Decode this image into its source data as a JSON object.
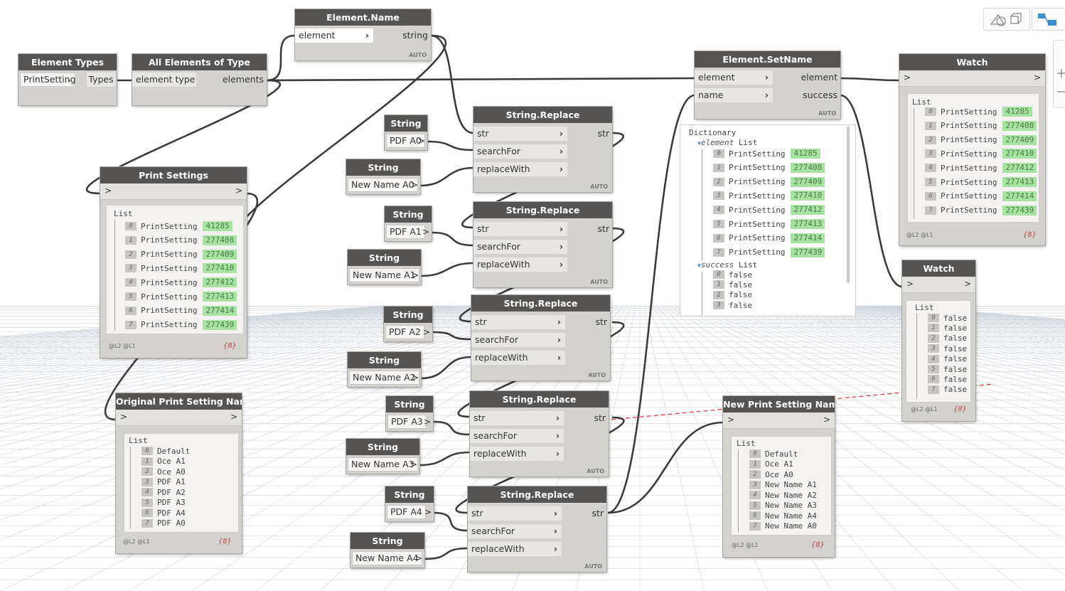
{
  "nodes": {
    "element_types": {
      "title": "Element Types",
      "dropdown_value": "PrintSetting",
      "output": "Types"
    },
    "all_elements_of_type": {
      "title": "All Elements of Type",
      "input": "element type",
      "output": "elements"
    },
    "element_name": {
      "title": "Element.Name",
      "input": "element",
      "output": "string",
      "auto": "AUTO"
    },
    "element_setname": {
      "title": "Element.SetName",
      "inputs": [
        "element",
        "name"
      ],
      "outputs": [
        "element",
        "success"
      ],
      "auto": "AUTO"
    },
    "string_nodes": [
      {
        "title": "String",
        "value": "PDF A0"
      },
      {
        "title": "String",
        "value": "New Name A0"
      },
      {
        "title": "String",
        "value": "PDF A1"
      },
      {
        "title": "String",
        "value": "New Name A1"
      },
      {
        "title": "String",
        "value": "PDF A2"
      },
      {
        "title": "String",
        "value": "New Name A2"
      },
      {
        "title": "String",
        "value": "PDF A3"
      },
      {
        "title": "String",
        "value": "New Name A3"
      },
      {
        "title": "String",
        "value": "PDF A4"
      },
      {
        "title": "String",
        "value": "New Name A4"
      }
    ],
    "string_out_chevron": ">",
    "string_replace": {
      "title": "String.Replace",
      "inputs": [
        "str",
        "searchFor",
        "replaceWith"
      ],
      "output": "str",
      "auto": "AUTO"
    },
    "watch_in": ">",
    "watch_out": ">"
  },
  "print_settings": {
    "title": "Print Settings",
    "list_label": "List",
    "items": [
      {
        "index": "0",
        "name": "PrintSetting",
        "id": "41285"
      },
      {
        "index": "1",
        "name": "PrintSetting",
        "id": "277408"
      },
      {
        "index": "2",
        "name": "PrintSetting",
        "id": "277409"
      },
      {
        "index": "3",
        "name": "PrintSetting",
        "id": "277410"
      },
      {
        "index": "4",
        "name": "PrintSetting",
        "id": "277412"
      },
      {
        "index": "5",
        "name": "PrintSetting",
        "id": "277413"
      },
      {
        "index": "6",
        "name": "PrintSetting",
        "id": "277414"
      },
      {
        "index": "7",
        "name": "PrintSetting",
        "id": "277439"
      }
    ],
    "levels": "@L2 @L1",
    "count": "{8}"
  },
  "original_names": {
    "title": "Original Print Setting Names",
    "list_label": "List",
    "items": [
      {
        "index": "0",
        "value": "Default"
      },
      {
        "index": "1",
        "value": "Oce A1"
      },
      {
        "index": "2",
        "value": "Oce A0"
      },
      {
        "index": "3",
        "value": "PDF A1"
      },
      {
        "index": "4",
        "value": "PDF A2"
      },
      {
        "index": "5",
        "value": "PDF A3"
      },
      {
        "index": "6",
        "value": "PDF A4"
      },
      {
        "index": "7",
        "value": "PDF A0"
      }
    ],
    "levels": "@L2 @L1",
    "count": "{8}"
  },
  "new_names": {
    "title": "New Print Setting Names",
    "list_label": "List",
    "items": [
      {
        "index": "0",
        "value": "Default"
      },
      {
        "index": "1",
        "value": "Oce A1"
      },
      {
        "index": "2",
        "value": "Oce A0"
      },
      {
        "index": "3",
        "value": "New Name A1"
      },
      {
        "index": "4",
        "value": "New Name A2"
      },
      {
        "index": "5",
        "value": "New Name A3"
      },
      {
        "index": "6",
        "value": "New Name A4"
      },
      {
        "index": "7",
        "value": "New Name A0"
      }
    ],
    "levels": "@L2 @L1",
    "count": "{8}"
  },
  "watch1": {
    "title": "Watch",
    "list_label": "List",
    "items": [
      {
        "index": "0",
        "name": "PrintSetting",
        "id": "41285"
      },
      {
        "index": "1",
        "name": "PrintSetting",
        "id": "277408"
      },
      {
        "index": "2",
        "name": "PrintSetting",
        "id": "277409"
      },
      {
        "index": "3",
        "name": "PrintSetting",
        "id": "277410"
      },
      {
        "index": "4",
        "name": "PrintSetting",
        "id": "277412"
      },
      {
        "index": "5",
        "name": "PrintSetting",
        "id": "277413"
      },
      {
        "index": "6",
        "name": "PrintSetting",
        "id": "277414"
      },
      {
        "index": "7",
        "name": "PrintSetting",
        "id": "277439"
      }
    ],
    "levels": "@L2 @L1",
    "count": "{8}"
  },
  "watch2": {
    "title": "Watch",
    "list_label": "List",
    "items": [
      {
        "index": "0",
        "value": "false"
      },
      {
        "index": "1",
        "value": "false"
      },
      {
        "index": "2",
        "value": "false"
      },
      {
        "index": "3",
        "value": "false"
      },
      {
        "index": "4",
        "value": "false"
      },
      {
        "index": "5",
        "value": "false"
      },
      {
        "index": "6",
        "value": "false"
      },
      {
        "index": "7",
        "value": "false"
      }
    ],
    "levels": "@L2 @L1",
    "count": "{8}"
  },
  "dictionary": {
    "title": "Dictionary",
    "element_key": "element",
    "success_key": "success",
    "list_word": "List",
    "element_items": [
      {
        "index": "0",
        "name": "PrintSetting",
        "id": "41285"
      },
      {
        "index": "1",
        "name": "PrintSetting",
        "id": "277408"
      },
      {
        "index": "2",
        "name": "PrintSetting",
        "id": "277409"
      },
      {
        "index": "3",
        "name": "PrintSetting",
        "id": "277410"
      },
      {
        "index": "4",
        "name": "PrintSetting",
        "id": "277412"
      },
      {
        "index": "5",
        "name": "PrintSetting",
        "id": "277413"
      },
      {
        "index": "6",
        "name": "PrintSetting",
        "id": "277414"
      },
      {
        "index": "7",
        "name": "PrintSetting",
        "id": "277439"
      }
    ],
    "success_items": [
      {
        "index": "0",
        "value": "false"
      },
      {
        "index": "1",
        "value": "false"
      },
      {
        "index": "2",
        "value": "false"
      },
      {
        "index": "3",
        "value": "false"
      }
    ]
  },
  "toolbar": {
    "geometry_view_icon": "geometry-view-icon",
    "graph_view_icon": "graph-view-icon"
  },
  "colors": {
    "node_header": "#555453",
    "node_body": "#d4d2cf",
    "wire": "#3c3c3c",
    "id_badge": "#a6e3a1"
  }
}
